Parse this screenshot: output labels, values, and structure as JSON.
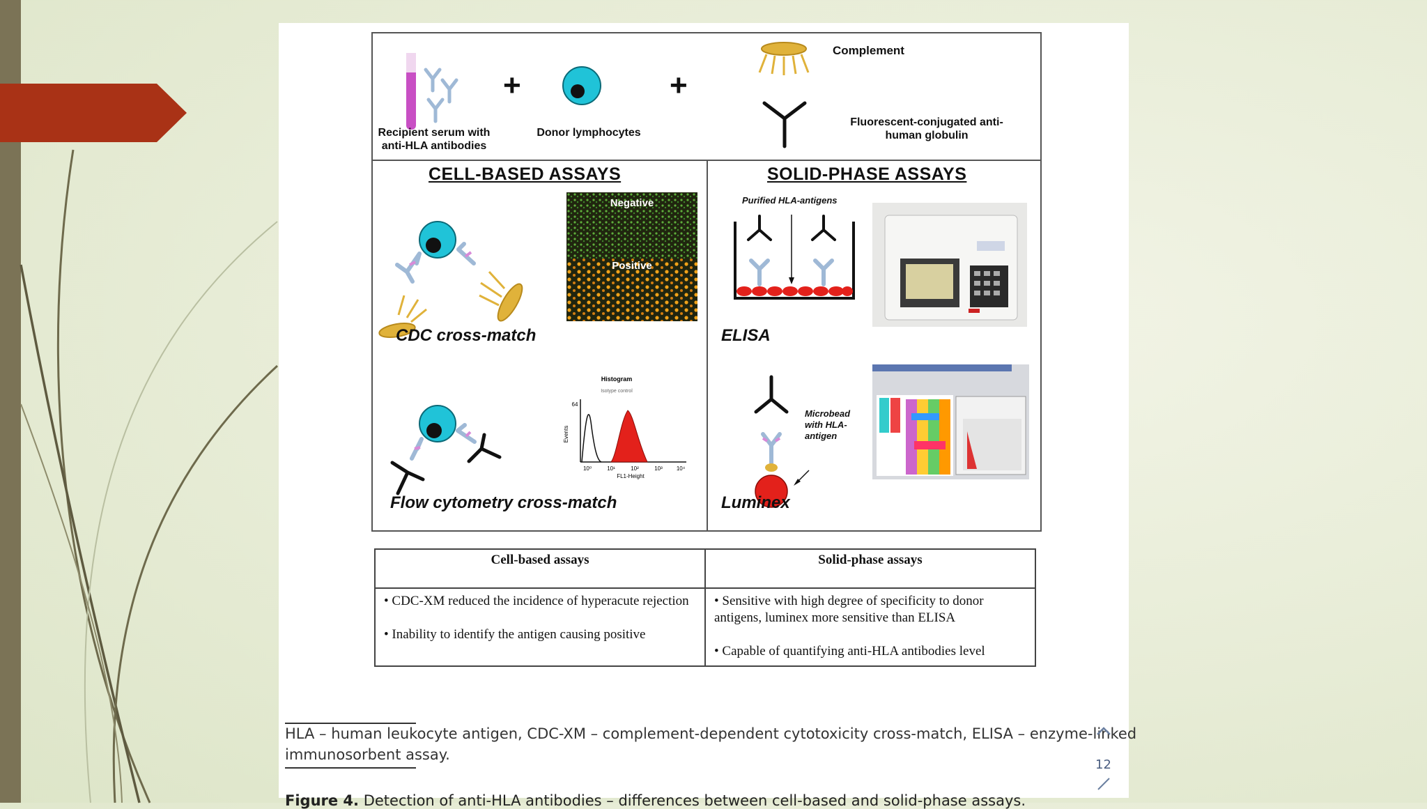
{
  "figure": {
    "top": {
      "recipient_label": "Recipient serum with anti-HLA antibodies",
      "donor_label": "Donor lymphocytes",
      "plus": "+",
      "complement_label": "Complement",
      "fluor_label": "Fluorescent-conjugated anti-human globulin"
    },
    "cell_based": {
      "title": "CELL-BASED ASSAYS",
      "cdc_label": "CDC cross-match",
      "negative_label": "Negative",
      "positive_label": "Positive",
      "flow_label": "Flow cytometry cross-match",
      "histogram": {
        "title": "Histogram",
        "legend": "Isotype control",
        "ylabel": "Events",
        "ytick": "64",
        "xlabel": "FL1-Height",
        "xticks": [
          "10⁰",
          "10¹",
          "10²",
          "10³",
          "10⁴"
        ]
      }
    },
    "solid_phase": {
      "title": "SOLID-PHASE ASSAYS",
      "elisa_caption": "Purified HLA-antigens",
      "elisa_label": "ELISA",
      "microbead_label": "Microbead with HLA-antigen",
      "luminex_label": "Luminex"
    }
  },
  "table": {
    "headers": [
      "Cell-based assays",
      "Solid-phase assays"
    ],
    "cell_col": [
      "• CDC-XM reduced the incidence of hyperacute rejection",
      "• Inability to identify the antigen causing positive"
    ],
    "solid_col": [
      "• Sensitive with high degree of specificity to donor antigens, luminex more sensitive than ELISA",
      "• Capable of quantifying anti-HLA antibodies level"
    ]
  },
  "caption": {
    "abbrev_line1": "HLA – human leukocyte antigen, CDC-XM – complement-dependent cytotoxicity cross-match, ELISA – enzyme-linked",
    "abbrev_line2": "immunosorbent assay.",
    "figure_label": "Figure 4.",
    "figure_text": " Detection of anti-HLA antibodies – differences between cell-based and solid-phase assays."
  },
  "page_number": "12",
  "colors": {
    "accent_arrow": "#a93216",
    "left_bar": "#7b7356",
    "complement": "#e0b23a",
    "cell_cyan": "#20c3d8",
    "antibody": "#9fb9d6",
    "bead_red": "#e3211b"
  }
}
